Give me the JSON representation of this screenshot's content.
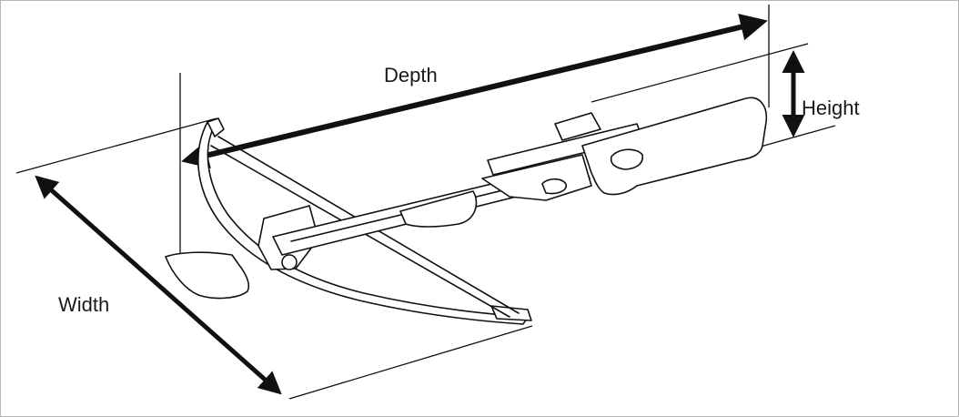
{
  "labels": {
    "depth": "Depth",
    "height": "Height",
    "width": "Width"
  },
  "colors": {
    "ink": "#111111",
    "frame_border": "#b7b7b7",
    "background": "#ffffff"
  },
  "subject": {
    "object_icon": "crossbow-icon"
  }
}
